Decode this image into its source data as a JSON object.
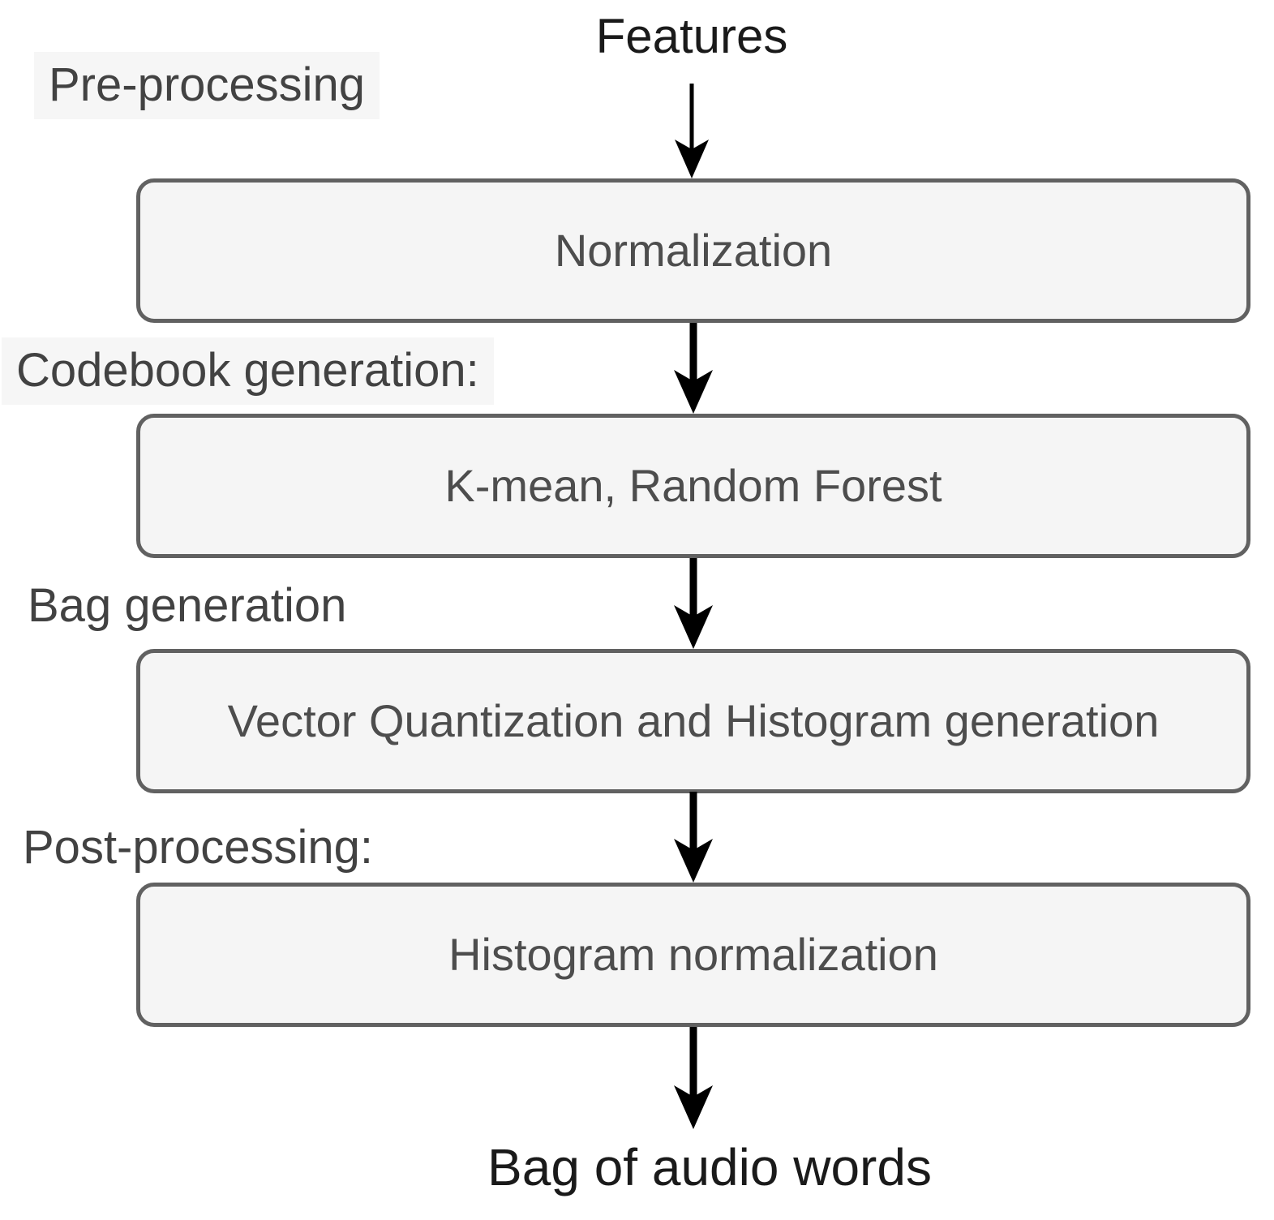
{
  "diagram": {
    "input_label": "Features",
    "output_label": "Bag of audio words",
    "stages": [
      {
        "phase": "Pre-processing",
        "step": "Normalization"
      },
      {
        "phase": "Codebook generation:",
        "step": "K-mean, Random Forest"
      },
      {
        "phase": "Bag generation",
        "step": "Vector Quantization and Histogram generation"
      },
      {
        "phase": "Post-processing:",
        "step": "Histogram normalization"
      }
    ],
    "colors": {
      "background": "#ffffff",
      "box_fill": "#f5f5f5",
      "box_border": "#616161",
      "box_text": "#4d4d4d",
      "phase_label_text": "#424242",
      "phase_label_highlight_bg": "#f6f6f6",
      "arrow": "#000000",
      "title_text": "#1a1a1a"
    }
  }
}
